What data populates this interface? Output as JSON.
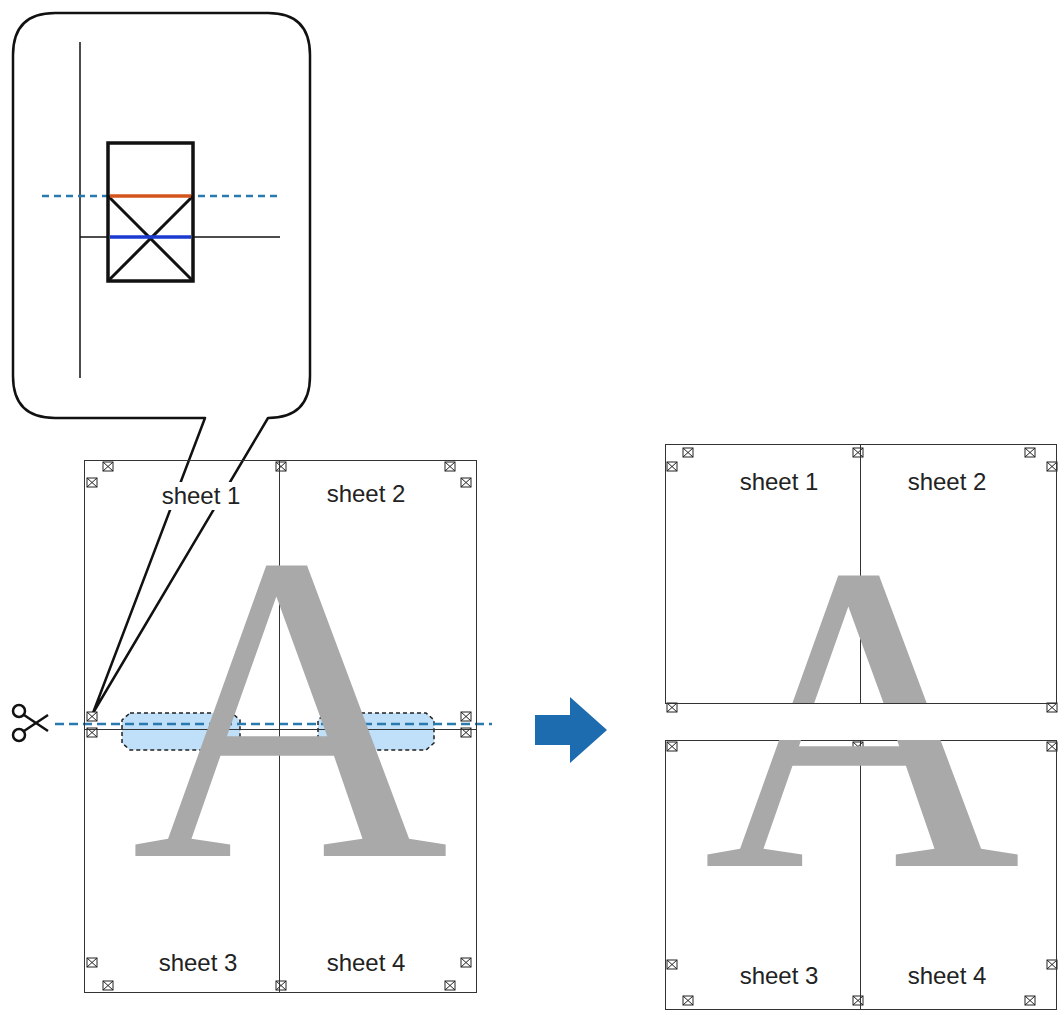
{
  "diagram": {
    "nodes": [
      {
        "text": [
          "sheet 1"
        ]
      },
      {
        "text": [
          "sheet 2"
        ]
      },
      {
        "text": [
          "sheet 3"
        ]
      },
      {
        "text": [
          "sheet 4"
        ]
      },
      {
        "text": [
          "sheet 1"
        ]
      },
      {
        "text": [
          "sheet 2"
        ]
      },
      {
        "text": [
          "sheet 3"
        ]
      },
      {
        "text": [
          "sheet 4"
        ]
      }
    ],
    "labels": [
      "A",
      "A"
    ]
  }
}
